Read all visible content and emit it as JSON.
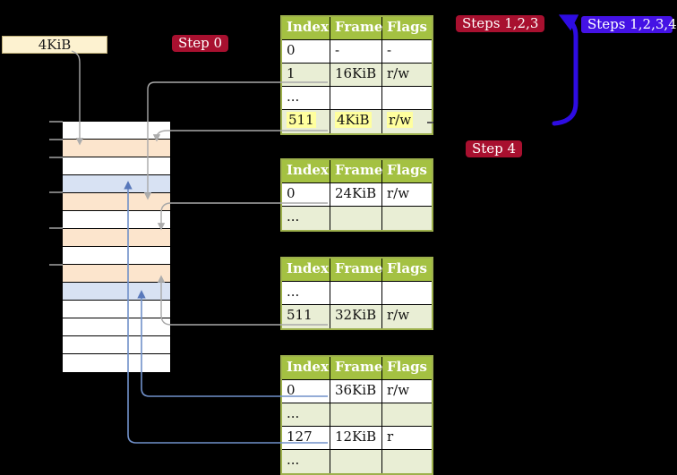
{
  "frame_label": {
    "text": "4KiB"
  },
  "badges": {
    "step0": {
      "label": "Step 0",
      "bg": "#a8102f"
    },
    "steps123": {
      "label": "Steps 1,2,3",
      "bg": "#a8102f"
    },
    "steps1234": {
      "label": "Steps 1,2,3,4",
      "bg": "#4412e5"
    },
    "step4": {
      "label": "Step 4",
      "bg": "#a8102f"
    }
  },
  "memory_strip": {
    "row_types": [
      "free",
      "page_table_frame",
      "free",
      "mapped_page_frame",
      "page_table_frame",
      "free",
      "page_table_frame",
      "free",
      "page_table_frame",
      "mapped_page_frame",
      "free",
      "free",
      "free",
      "free"
    ],
    "type_colors": {
      "free": "#ffffff",
      "page_table_frame": "#fce5cd",
      "mapped_page_frame": "#d8e2f3"
    }
  },
  "page_tables": [
    {
      "name": "page-table-1",
      "headers": [
        "Index",
        "Frame",
        "Flags"
      ],
      "rows": [
        {
          "cells": [
            "0",
            "-",
            "-"
          ]
        },
        {
          "cells": [
            "1",
            "16KiB",
            "r/w"
          ]
        },
        {
          "cells": [
            "...",
            "",
            ""
          ]
        },
        {
          "cells": [
            "511",
            "4KiB",
            "r/w"
          ],
          "highlight": true
        }
      ]
    },
    {
      "name": "page-table-2",
      "headers": [
        "Index",
        "Frame",
        "Flags"
      ],
      "rows": [
        {
          "cells": [
            "0",
            "24KiB",
            "r/w"
          ]
        },
        {
          "cells": [
            "...",
            "",
            ""
          ]
        }
      ]
    },
    {
      "name": "page-table-3",
      "headers": [
        "Index",
        "Frame",
        "Flags"
      ],
      "rows": [
        {
          "cells": [
            "...",
            "",
            ""
          ]
        },
        {
          "cells": [
            "511",
            "32KiB",
            "r/w"
          ]
        }
      ]
    },
    {
      "name": "page-table-4",
      "headers": [
        "Index",
        "Frame",
        "Flags"
      ],
      "rows": [
        {
          "cells": [
            "0",
            "36KiB",
            "r/w"
          ]
        },
        {
          "cells": [
            "...",
            "",
            ""
          ]
        },
        {
          "cells": [
            "127",
            "12KiB",
            "r"
          ]
        },
        {
          "cells": [
            "...",
            "",
            ""
          ]
        }
      ]
    }
  ],
  "colors": {
    "table_header_bg": "#a4c142",
    "table_border": "#9db04c",
    "table_row_alt_bg": "#e9eed5",
    "highlight_bg": "#ffff9e",
    "frame_label_bg": "#fdf2d0",
    "badge_red": "#a8102f",
    "badge_blue": "#4412e5",
    "arrow_gray": "#a9a9a9",
    "arrow_blue_thin": "#7191ca",
    "arrow_blue_thick": "#2e0ce2",
    "memory_free": "#ffffff",
    "memory_page_table_frame": "#fce5cd",
    "memory_mapped_page_frame": "#d8e2f3"
  }
}
